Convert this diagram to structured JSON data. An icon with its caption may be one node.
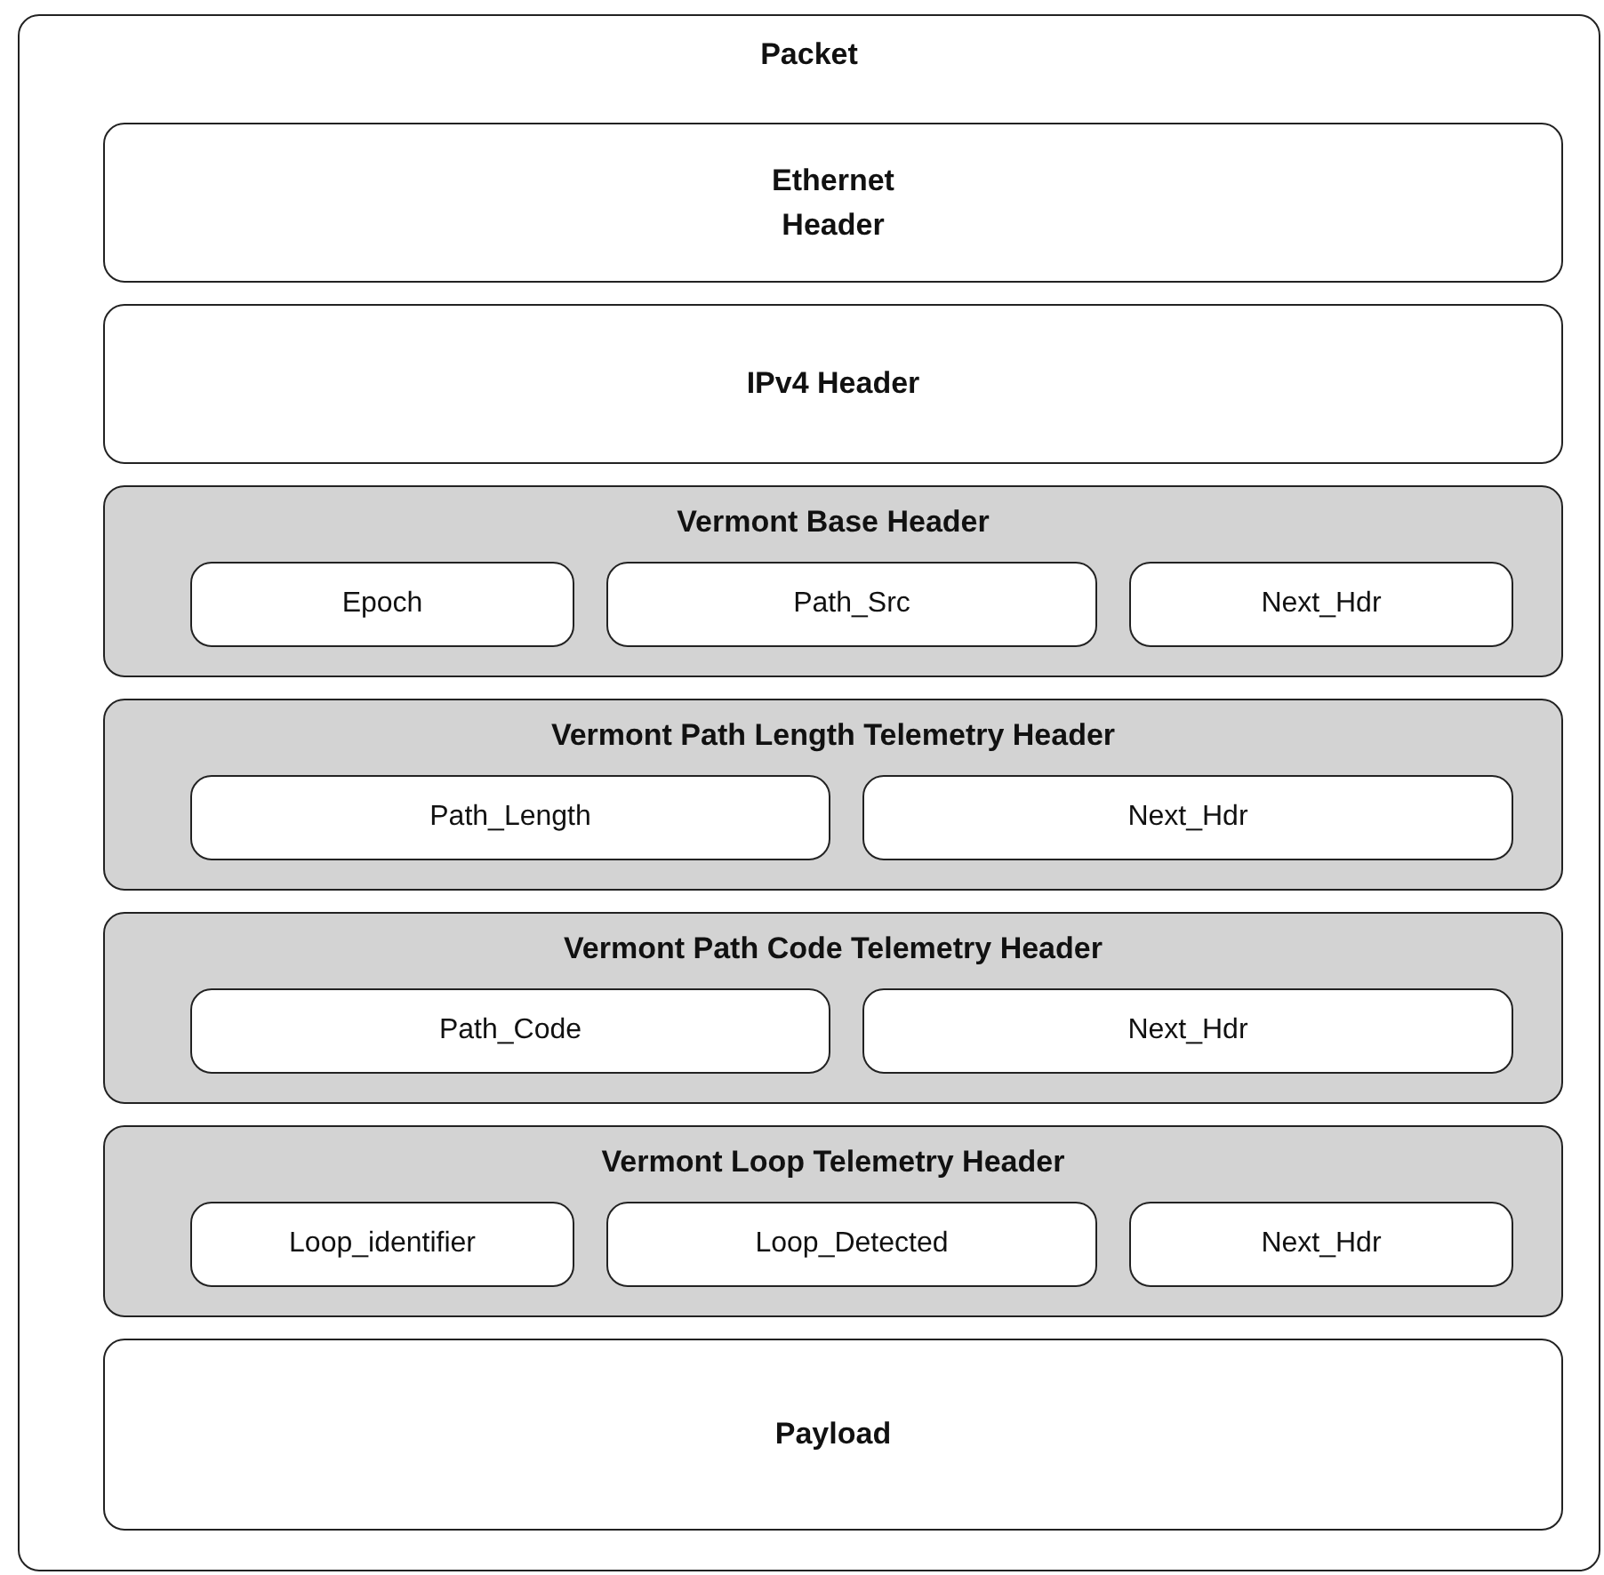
{
  "diagram": {
    "nodes": [
      {
        "text": [
          "Packet"
        ]
      },
      {
        "text": [
          "Ethernet Header"
        ],
        "in": 0
      },
      {
        "text": [
          "IPv4 Header"
        ],
        "in": 0
      },
      {
        "text": [
          "Vermont Base Header"
        ],
        "in": 0
      },
      {
        "text": [
          "Epoch"
        ],
        "in": 3
      },
      {
        "text": [
          "Path_Src"
        ],
        "in": 3
      },
      {
        "text": [
          "Next_Hdr"
        ],
        "in": 3
      },
      {
        "text": [
          "Vermont Path Length Telemetry Header"
        ],
        "in": 0
      },
      {
        "text": [
          "Path_Length"
        ],
        "in": 7
      },
      {
        "text": [
          "Next_Hdr"
        ],
        "in": 7
      },
      {
        "text": [
          "Vermont Path Code Telemetry Header"
        ],
        "in": 0
      },
      {
        "text": [
          "Path_Code"
        ],
        "in": 10
      },
      {
        "text": [
          "Next_Hdr"
        ],
        "in": 10
      },
      {
        "text": [
          "Vermont Loop Telemetry Header"
        ],
        "in": 0
      },
      {
        "text": [
          "Loop_identifier"
        ],
        "in": 13
      },
      {
        "text": [
          "Loop_Detected"
        ],
        "in": 13
      },
      {
        "text": [
          "Next_Hdr"
        ],
        "in": 13
      },
      {
        "text": [
          "Payload"
        ],
        "in": 0
      }
    ]
  }
}
